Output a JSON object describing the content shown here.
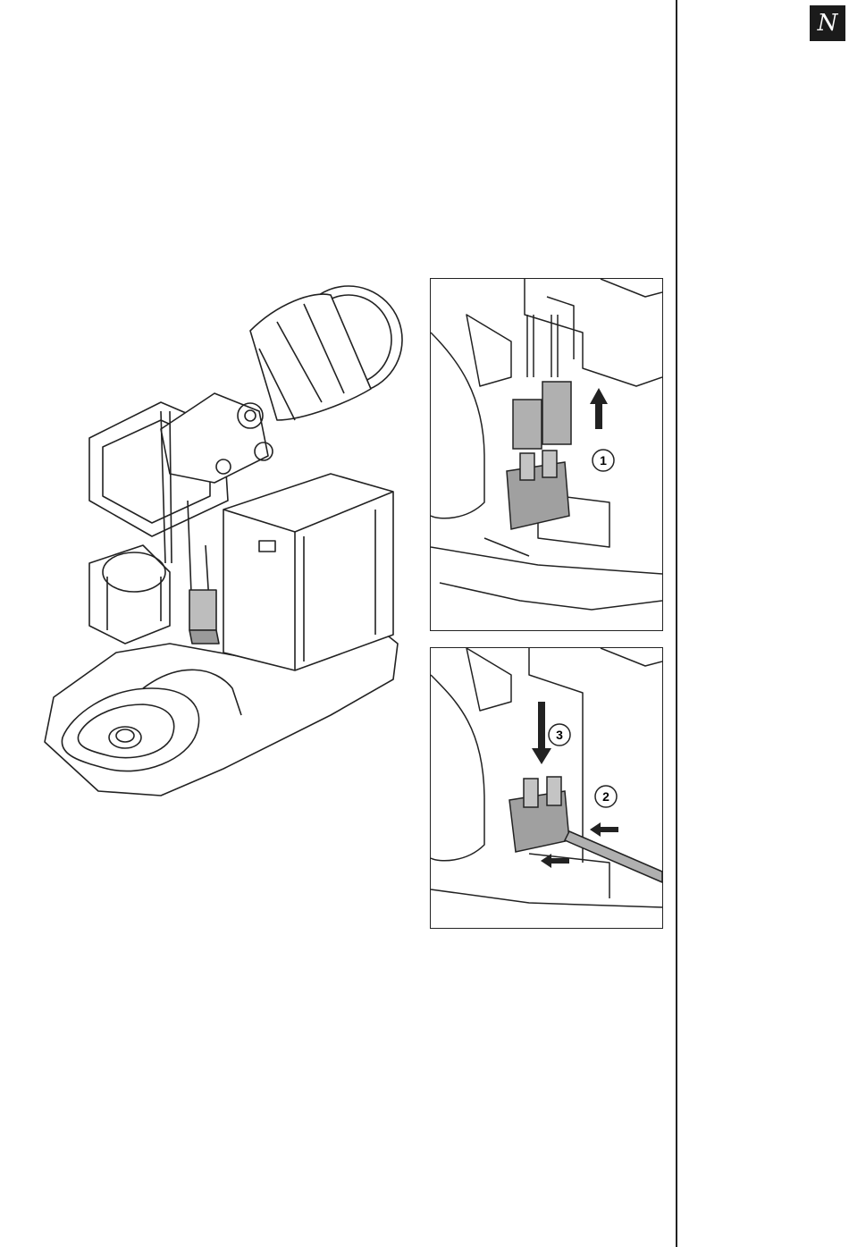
{
  "logo": {
    "letter": "N",
    "icon": "brand-logo-icon"
  },
  "details": {
    "top": {
      "step": "1"
    },
    "bottom": {
      "steps": [
        "2",
        "3"
      ]
    }
  },
  "colors": {
    "ink": "#222222",
    "connector": "#a8a8a8",
    "connector_dark": "#7f7f7f"
  }
}
